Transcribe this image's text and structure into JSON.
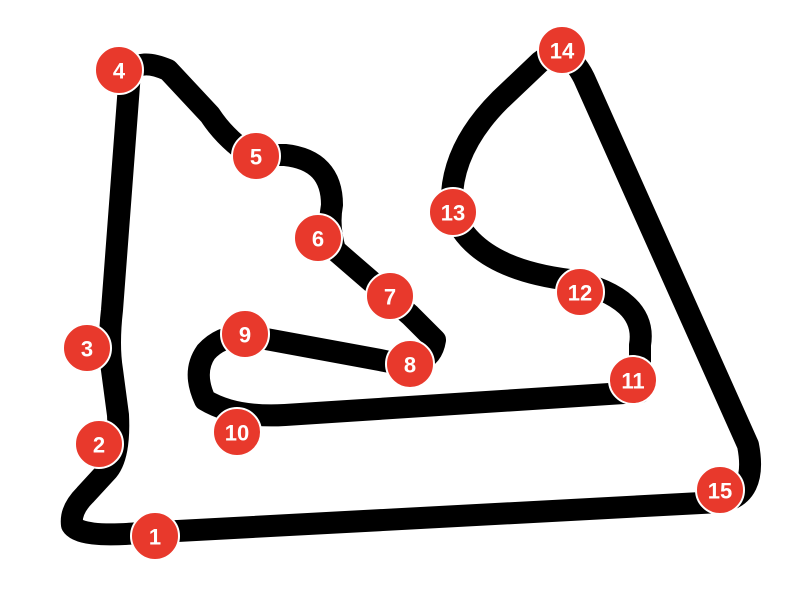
{
  "colors": {
    "track": "#000000",
    "marker": "#e8392c",
    "marker_text": "#ffffff",
    "background": "#ffffff"
  },
  "corners": [
    {
      "label": "1"
    },
    {
      "label": "2"
    },
    {
      "label": "3"
    },
    {
      "label": "4"
    },
    {
      "label": "5"
    },
    {
      "label": "6"
    },
    {
      "label": "7"
    },
    {
      "label": "8"
    },
    {
      "label": "9"
    },
    {
      "label": "10"
    },
    {
      "label": "11"
    },
    {
      "label": "12"
    },
    {
      "label": "13"
    },
    {
      "label": "14"
    },
    {
      "label": "15"
    }
  ]
}
